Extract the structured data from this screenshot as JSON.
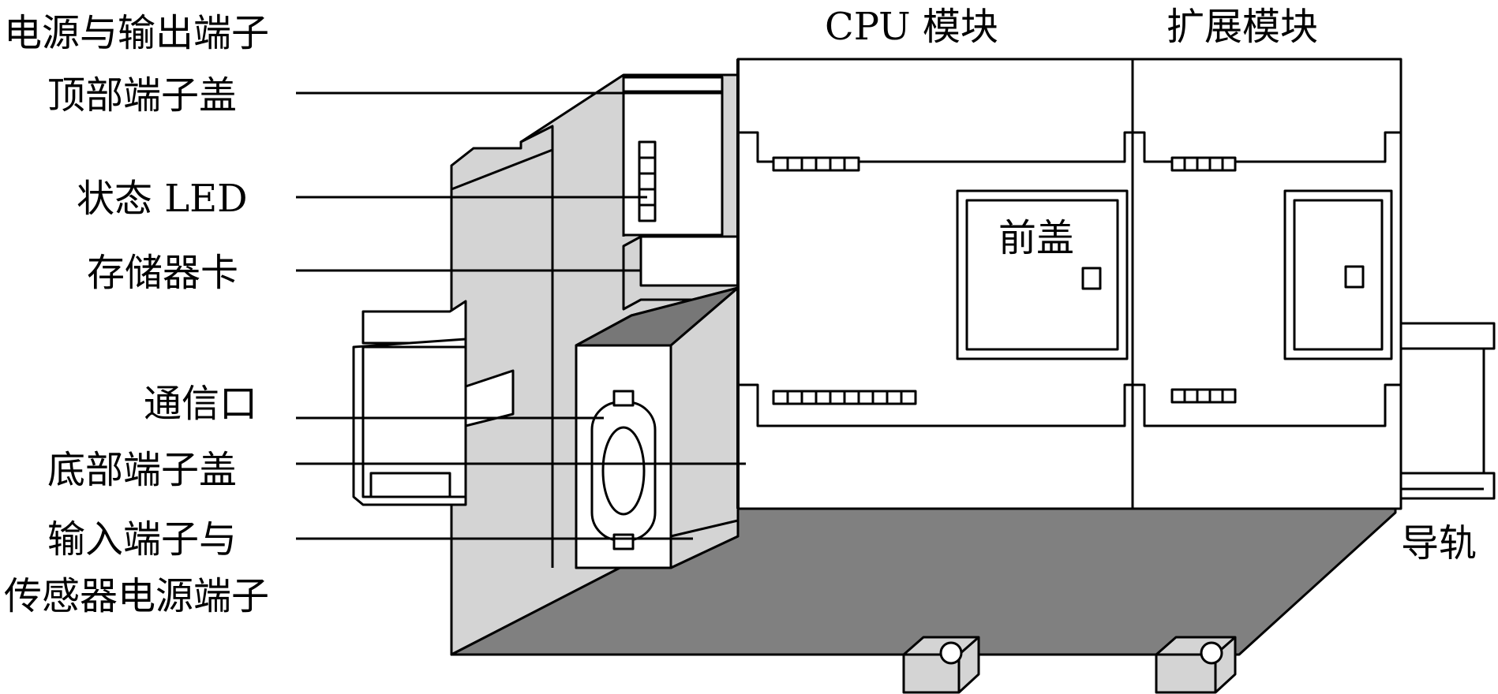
{
  "labels": {
    "power_output_terminals": "电源与输出端子",
    "top_terminal_cover": "顶部端子盖",
    "status_led": "状态 LED",
    "memory_card": "存储器卡",
    "comm_port": "通信口",
    "bottom_terminal_cover": "底部端子盖",
    "input_terminals_line1": "输入端子与",
    "input_terminals_line2": "传感器电源端子",
    "cpu_module": "CPU 模块",
    "expansion_module": "扩展模块",
    "front_cover": "前盖",
    "din_rail": "导轨"
  },
  "colors": {
    "outline": "#000000",
    "light_gray": "#d4d4d4",
    "mid_gray": "#8a8a8a",
    "dark_gray": "#777777",
    "white": "#ffffff"
  }
}
